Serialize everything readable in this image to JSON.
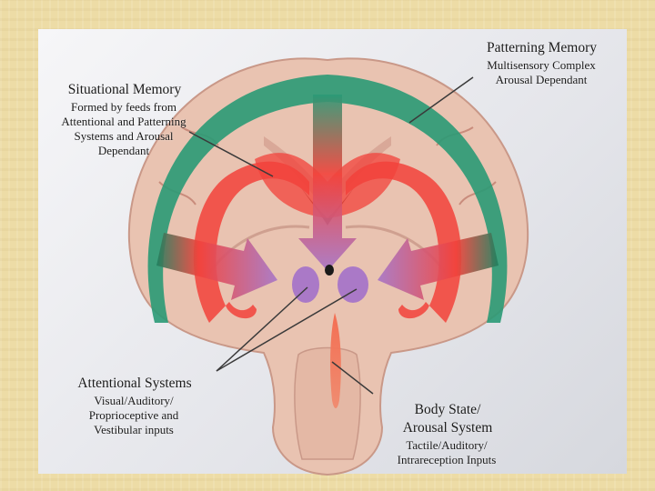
{
  "colors": {
    "background": "#eddca6",
    "panel": "#eceef2",
    "brain_tissue": "#e9c3b1",
    "patterning_green": "#2a9a76",
    "situational_red": "#f2423b",
    "attentional_purple": "#a675c8",
    "body_state_orange": "#ef6a4a"
  },
  "labels": {
    "patterning": {
      "title": "Patterning Memory",
      "lines": [
        "Multisensory Complex",
        "Arousal Dependant"
      ]
    },
    "situational": {
      "title": "Situational Memory",
      "lines": [
        "Formed  by feeds from",
        "Attentional and Patterning",
        "Systems and Arousal",
        "Dependant"
      ]
    },
    "attentional": {
      "title": "Attentional Systems",
      "lines": [
        "Visual/Auditory/",
        "Proprioceptive and",
        "Vestibular inputs"
      ]
    },
    "body_state": {
      "title_lines": [
        "Body State/",
        "Arousal  System"
      ],
      "lines": [
        "Tactile/Auditory/",
        "Intrareception Inputs"
      ]
    }
  }
}
